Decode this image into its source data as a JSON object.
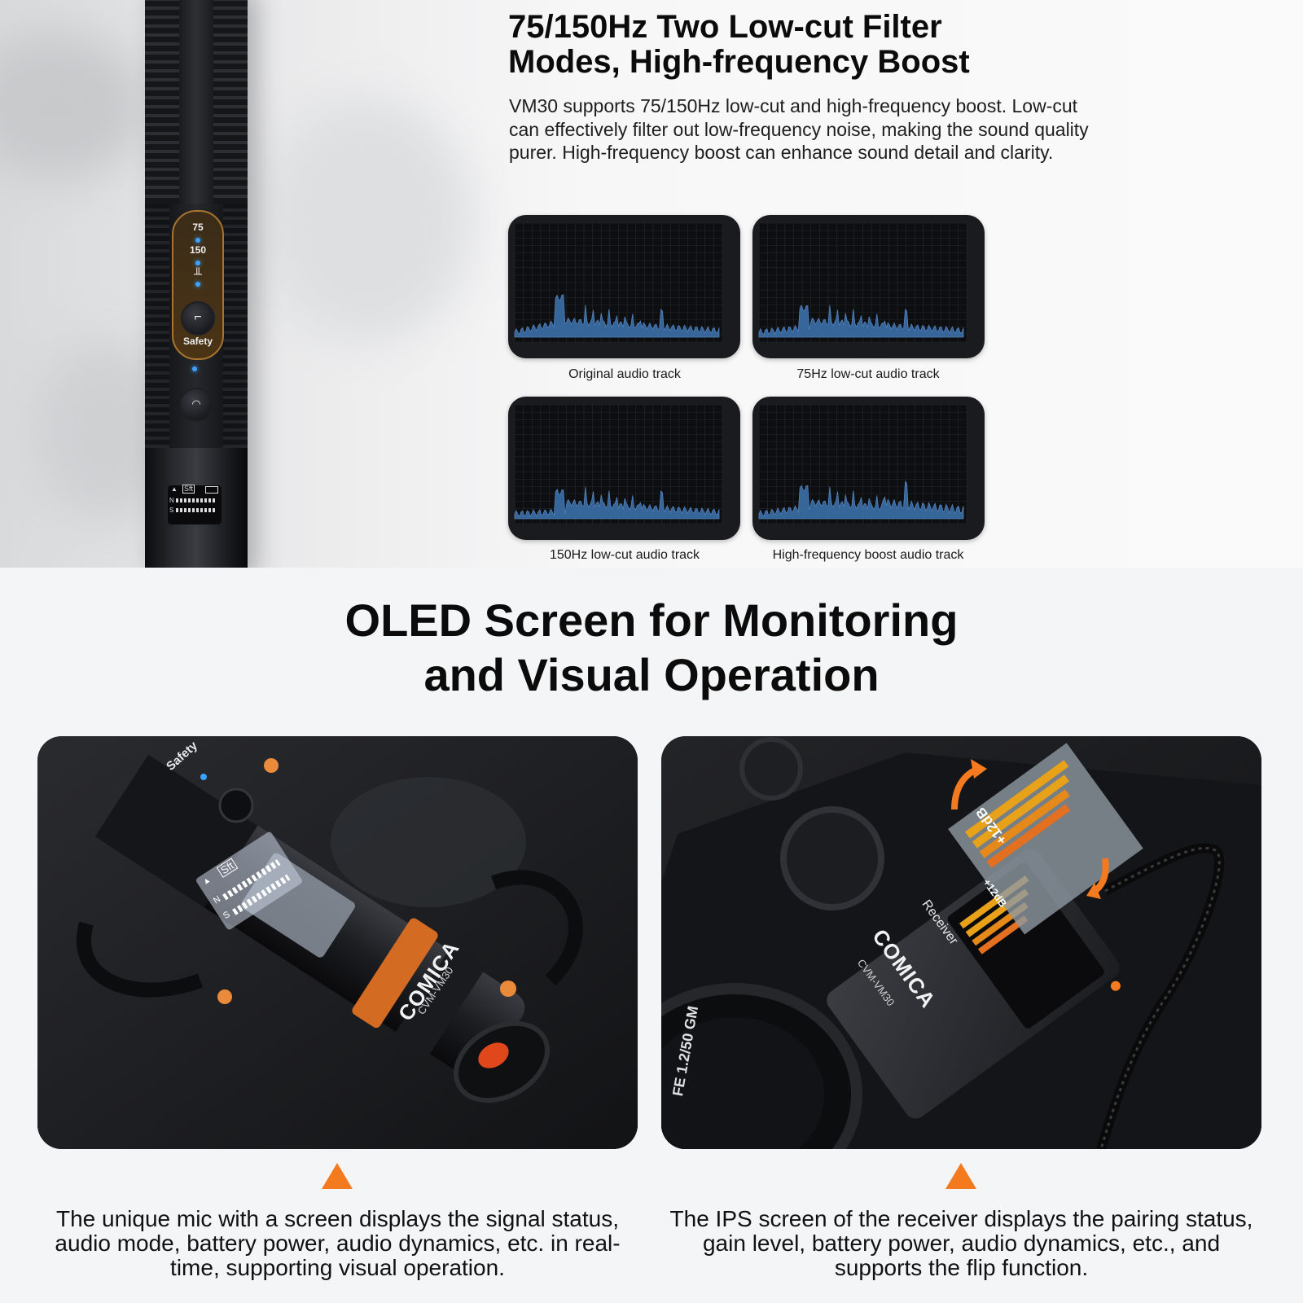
{
  "top": {
    "title_line1": "75/150Hz Two Low-cut Filter",
    "title_line2": "Modes, High-frequency Boost",
    "description": "VM30 supports 75/150Hz low-cut and high-frequency boost. Low-cut can effectively filter out low-frequency noise, making the sound quality purer. High-frequency boost can enhance sound detail and clarity.",
    "mic": {
      "mode_75": "75",
      "mode_150": "150",
      "safety_label": "Safety",
      "screen_sft": "Sft",
      "screen_n": "N",
      "screen_s": "S"
    },
    "spectra": [
      {
        "caption": "Original audio track"
      },
      {
        "caption": "75Hz low-cut audio track"
      },
      {
        "caption": "150Hz low-cut audio track"
      },
      {
        "caption": "High-frequency boost audio track"
      }
    ]
  },
  "section": {
    "title_line1": "OLED Screen for Monitoring",
    "title_line2": "and Visual Operation"
  },
  "left_photo": {
    "safety_label": "Safety",
    "brand": "COMICA",
    "model": "CVM-VM30",
    "screen_sft": "Sft",
    "screen_n": "N",
    "screen_s": "S",
    "caption": "The unique mic with a screen displays the signal status, audio mode, battery power, audio dynamics, etc. in real-time, supporting visual operation."
  },
  "right_photo": {
    "receiver_label": "Receiver",
    "brand": "COMICA",
    "model": "CVM-VM30",
    "gain_label": "+12dB",
    "gain_label_flipped": "+12dB",
    "lens_label": "FE 1.2/50 GM",
    "caption": "The IPS screen of the receiver displays the pairing status, gain level, battery power, audio dynamics, etc., and supports the flip function."
  },
  "colors": {
    "accent": "#f47a1f",
    "led": "#3aa3ff",
    "spectrum_fill": "#3b6fa8"
  }
}
